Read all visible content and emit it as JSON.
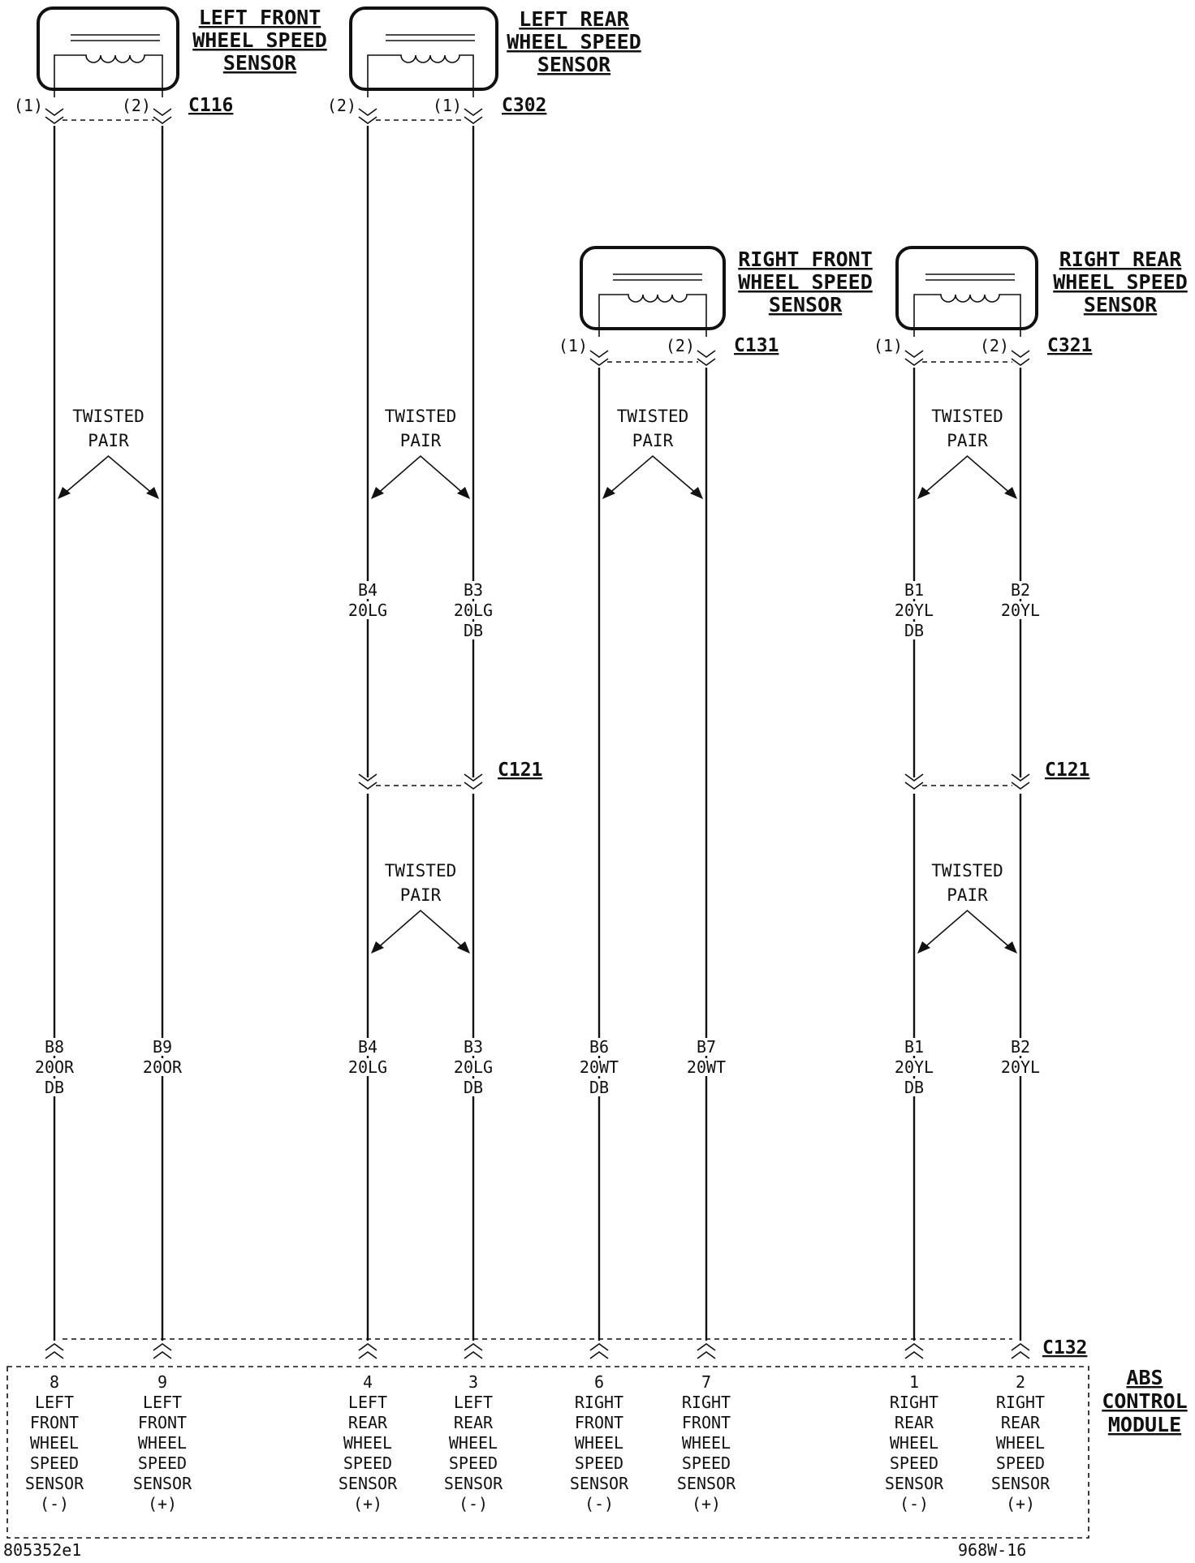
{
  "sensors": [
    {
      "id": "lf",
      "title": [
        "LEFT  FRONT",
        "WHEEL  SPEED",
        "SENSOR"
      ],
      "connector": "C116",
      "pin_left": "(1)",
      "pin_right": "(2)"
    },
    {
      "id": "lr",
      "title": [
        "LEFT  REAR",
        "WHEEL  SPEED",
        "SENSOR"
      ],
      "connector": "C302",
      "pin_left": "(2)",
      "pin_right": "(1)"
    },
    {
      "id": "rf",
      "title": [
        "RIGHT  FRONT",
        "WHEEL  SPEED",
        "SENSOR"
      ],
      "connector": "C131",
      "pin_left": "(1)",
      "pin_right": "(2)"
    },
    {
      "id": "rr",
      "title": [
        "RIGHT  REAR",
        "WHEEL  SPEED",
        "SENSOR"
      ],
      "connector": "C321",
      "pin_left": "(1)",
      "pin_right": "(2)"
    }
  ],
  "twisted_pair_label": [
    "TWISTED",
    "PAIR"
  ],
  "inline_connectors": {
    "left": "C121",
    "right": "C121"
  },
  "upper_wire_labels": [
    {
      "id": "lr_l",
      "lines": [
        "B4",
        "20LG"
      ]
    },
    {
      "id": "lr_r",
      "lines": [
        "B3",
        "20LG",
        "DB"
      ]
    },
    {
      "id": "rr_l",
      "lines": [
        "B1",
        "20YL",
        "DB"
      ]
    },
    {
      "id": "rr_r",
      "lines": [
        "B2",
        "20YL"
      ]
    }
  ],
  "lower_wire_labels": [
    {
      "id": "w1",
      "lines": [
        "B8",
        "20OR",
        "DB"
      ]
    },
    {
      "id": "w2",
      "lines": [
        "B9",
        "20OR"
      ]
    },
    {
      "id": "w3",
      "lines": [
        "B4",
        "20LG"
      ]
    },
    {
      "id": "w4",
      "lines": [
        "B3",
        "20LG",
        "DB"
      ]
    },
    {
      "id": "w5",
      "lines": [
        "B6",
        "20WT",
        "DB"
      ]
    },
    {
      "id": "w6",
      "lines": [
        "B7",
        "20WT"
      ]
    },
    {
      "id": "w7",
      "lines": [
        "B1",
        "20YL",
        "DB"
      ]
    },
    {
      "id": "w8",
      "lines": [
        "B2",
        "20YL"
      ]
    }
  ],
  "module": {
    "connector": "C132",
    "title": [
      "ABS",
      "CONTROL",
      "MODULE"
    ],
    "pins": [
      {
        "pin": "8",
        "lines": [
          "LEFT",
          "FRONT",
          "WHEEL",
          "SPEED",
          "SENSOR",
          "(-)"
        ]
      },
      {
        "pin": "9",
        "lines": [
          "LEFT",
          "FRONT",
          "WHEEL",
          "SPEED",
          "SENSOR",
          "(+)"
        ]
      },
      {
        "pin": "4",
        "lines": [
          "LEFT",
          "REAR",
          "WHEEL",
          "SPEED",
          "SENSOR",
          "(+)"
        ]
      },
      {
        "pin": "3",
        "lines": [
          "LEFT",
          "REAR",
          "WHEEL",
          "SPEED",
          "SENSOR",
          "(-)"
        ]
      },
      {
        "pin": "6",
        "lines": [
          "RIGHT",
          "FRONT",
          "WHEEL",
          "SPEED",
          "SENSOR",
          "(-)"
        ]
      },
      {
        "pin": "7",
        "lines": [
          "RIGHT",
          "FRONT",
          "WHEEL",
          "SPEED",
          "SENSOR",
          "(+)"
        ]
      },
      {
        "pin": "1",
        "lines": [
          "RIGHT",
          "REAR",
          "WHEEL",
          "SPEED",
          "SENSOR",
          "(-)"
        ]
      },
      {
        "pin": "2",
        "lines": [
          "RIGHT",
          "REAR",
          "WHEEL",
          "SPEED",
          "SENSOR",
          "(+)"
        ]
      }
    ]
  },
  "footer": {
    "left": "805352e1",
    "right": "968W-16"
  }
}
